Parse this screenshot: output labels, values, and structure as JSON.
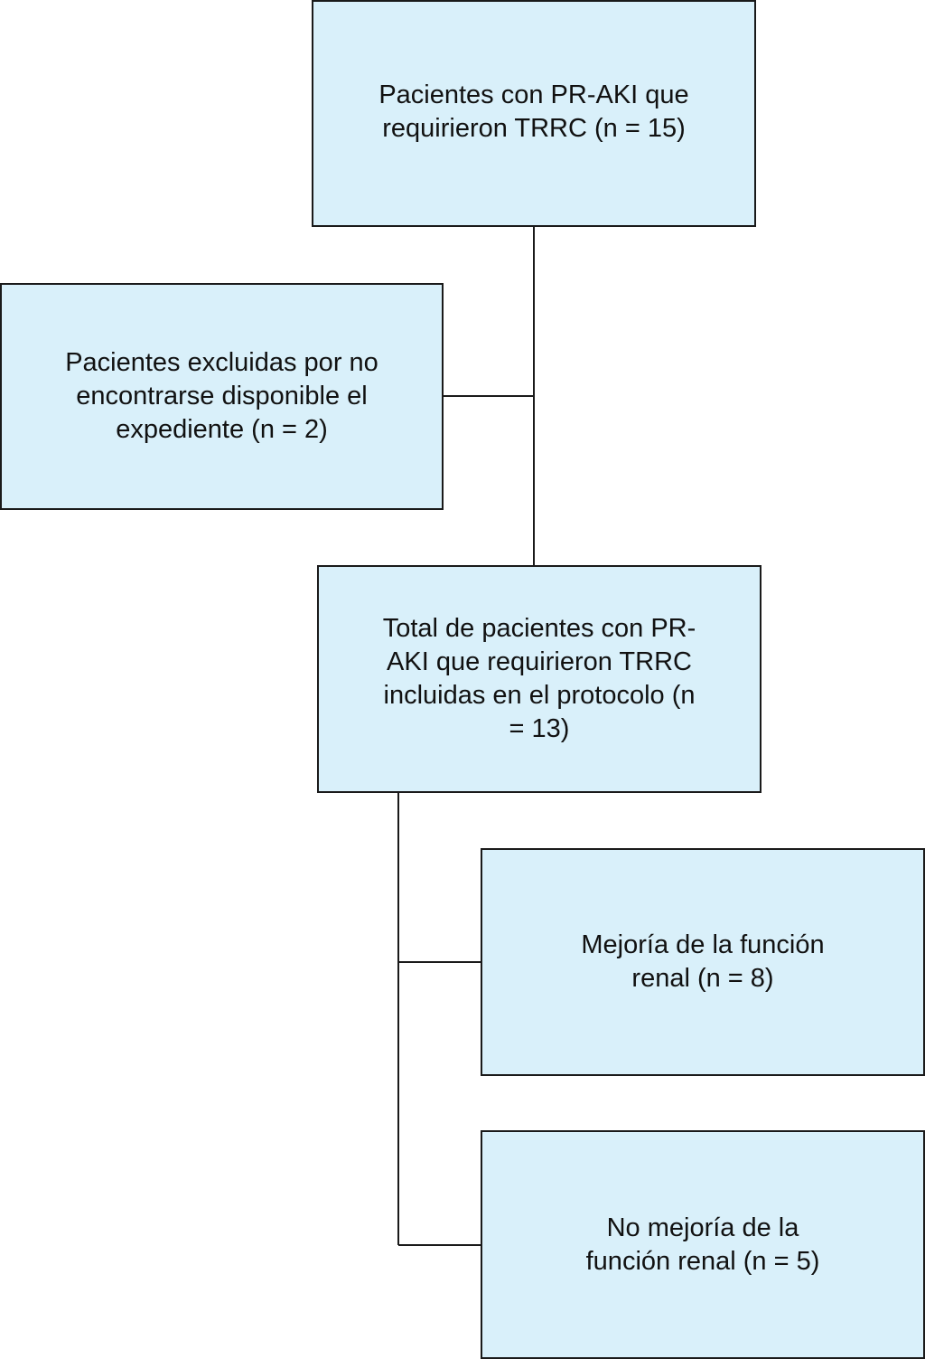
{
  "flowchart": {
    "box_total": {
      "text": "Pacientes con PR-AKI que requirieron TRRC (n = 15)"
    },
    "box_excluded": {
      "text": "Pacientes excluidas por no encontrarse disponible el expediente (n = 2)"
    },
    "box_included": {
      "text": "Total de pacientes con PR-AKI que requirieron TRRC incluidas en el protocolo (n = 13)"
    },
    "box_improvement": {
      "text": "Mejoría de la función renal (n = 8)"
    },
    "box_no_improvement": {
      "text": "No mejoría de la función renal (n = 5)"
    }
  },
  "colors": {
    "box_fill": "#d9f0fa",
    "box_border": "#1a1a1a",
    "connector": "#1a1a1a",
    "text": "#111111"
  }
}
